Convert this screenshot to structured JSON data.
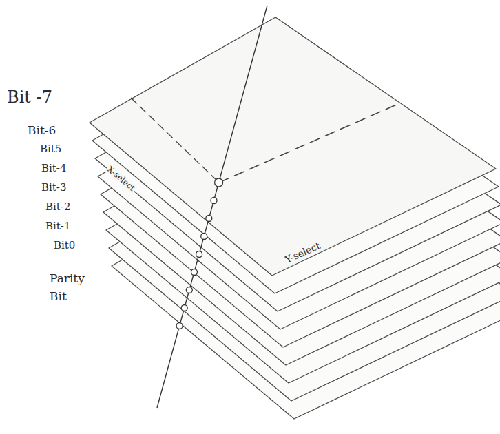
{
  "diagram": {
    "labels": [
      "Bit -7",
      "Bit-6",
      "Bit5",
      "Bit-4",
      "Bit-3",
      "Bit-2",
      "Bit-1",
      "Bit0",
      "Parity Bit",
      "X-select",
      "Y-select"
    ]
  }
}
